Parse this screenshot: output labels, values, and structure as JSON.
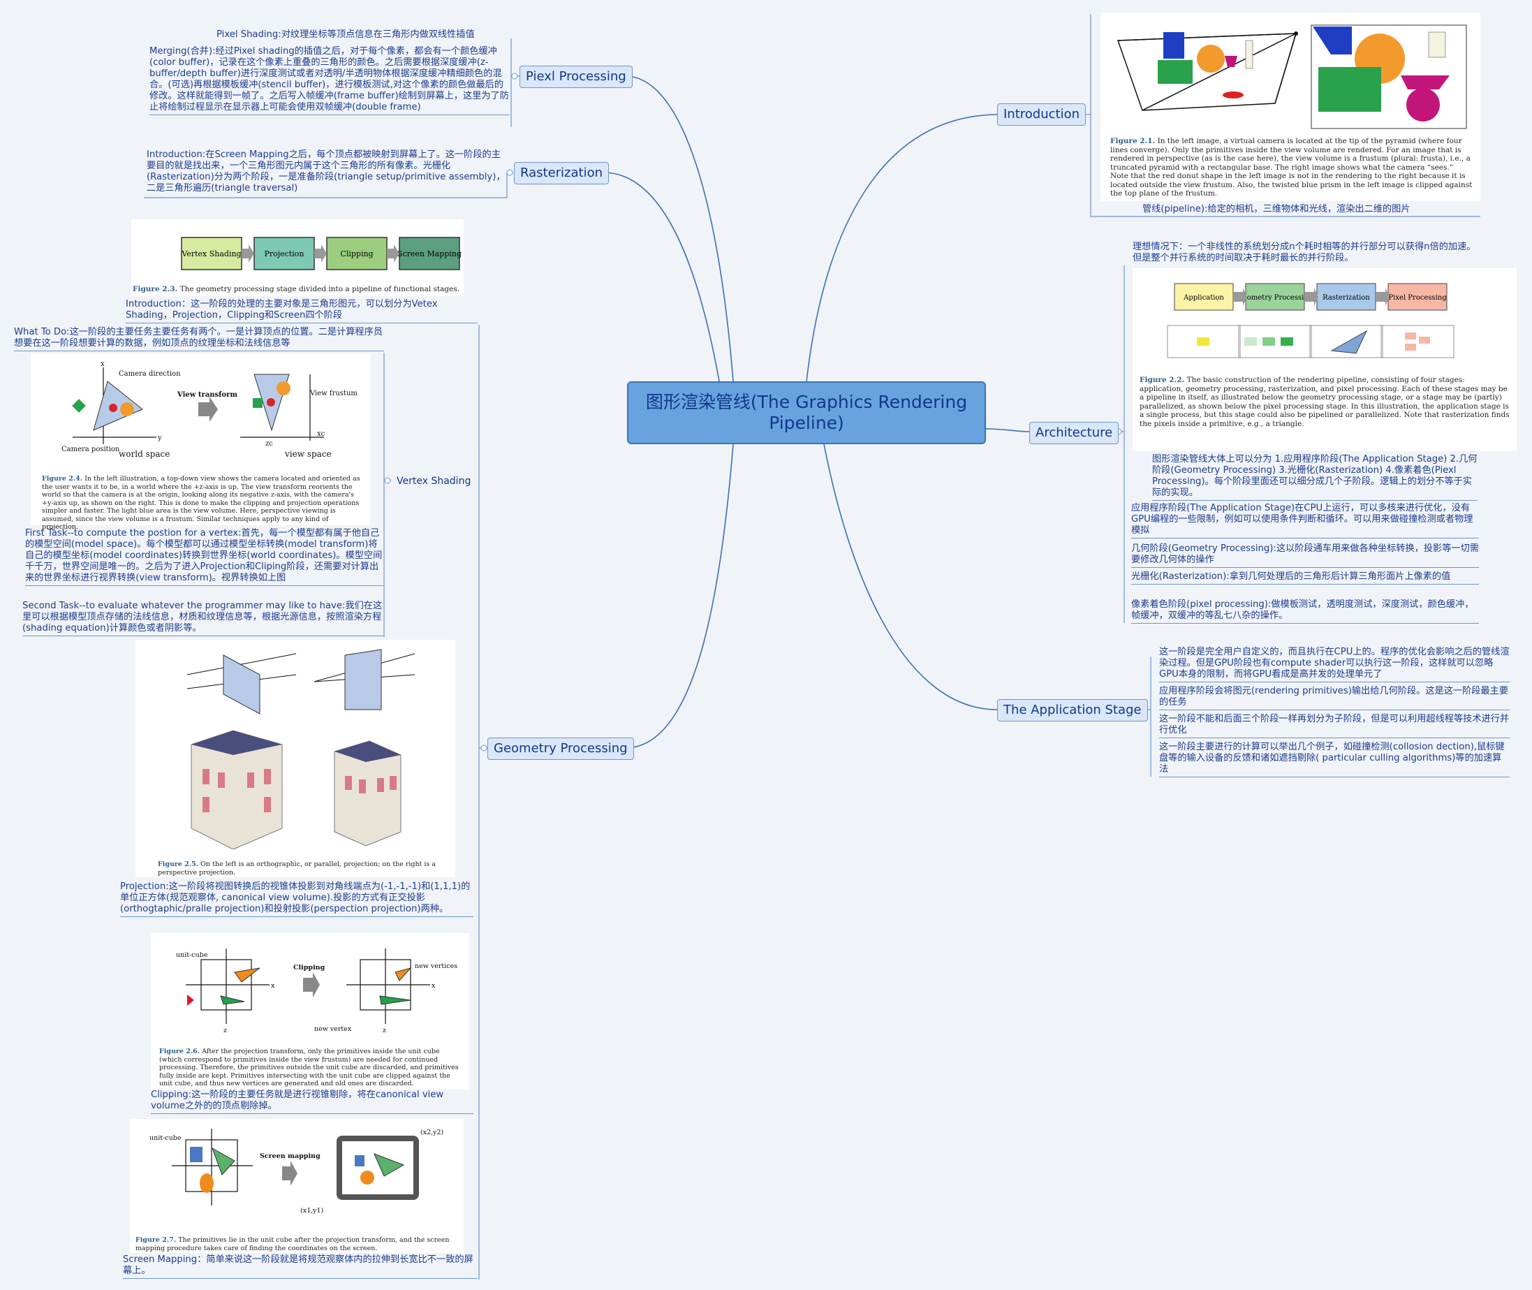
{
  "root": {
    "title": "图形渲染管线(The Graphics Rendering Pipeline)"
  },
  "colors": {
    "root_fill": "#69a3df",
    "topic_fill": "#d9e7f9",
    "line": "#3f6fb3",
    "text": "#13378a"
  },
  "topics": {
    "introduction": "Introduction",
    "architecture": "Architecture",
    "application_stage": "The Application Stage",
    "pixel_processing": "Piexl Processing",
    "rasterization": "Rasterization",
    "geometry_processing": "Geometry Processing",
    "vertex_shading": "Vertex Shading"
  },
  "introduction": {
    "figure_caption_label": "Figure 2.1.",
    "figure_caption": "In the left image, a virtual camera is located at the tip of the pyramid (where four lines converge). Only the primitives inside the view volume are rendered. For an image that is rendered in perspective (as is the case here), the view volume is a frustum (plural: frusta), i.e., a truncated pyramid with a rectangular base. The right image shows what the camera “sees.” Note that the red donut shape in the left image is not in the rendering to the right because it is located outside the view frustum. Also, the twisted blue prism in the left image is clipped against the top plane of the frustum.",
    "note": "管线(pipeline):给定的相机，三维物体和光线，渲染出二维的图片"
  },
  "architecture": {
    "note_ideal": "理想情况下：一个非线性的系统划分成n个耗时相等的并行部分可以获得n倍的加速。但是整个并行系统的时间取决于耗时最长的并行阶段。",
    "stages": [
      "Application",
      "Geometry Processing",
      "Rasterization",
      "Pixel Processing"
    ],
    "figure_caption_label": "Figure 2.2.",
    "figure_caption": "The basic construction of the rendering pipeline, consisting of four stages: application, geometry processing, rasterization, and pixel processing. Each of these stages may be a pipeline in itself, as illustrated below the geometry processing stage, or a stage may be (partly) parallelized, as shown below the pixel processing stage. In this illustration, the application stage is a single process, but this stage could also be pipelined or parallelized. Note that rasterization finds the pixels inside a primitive, e.g., a triangle.",
    "note_division": "图形渲染管线大体上可以分为 1.应用程序阶段(The Application Stage) 2.几何阶段(Geometry Processing) 3.光栅化(Rasterization) 4.像素着色(Piexl Processing)。每个阶段里面还可以细分成几个子阶段。逻辑上的划分不等于实际的实现。",
    "note_app": "应用程序阶段(The Application Stage)在CPU上运行，可以多核来进行优化，没有GPU编程的一些限制，例如可以使用条件判断和循环。可以用来做碰撞检测或者物理模拟",
    "note_geo": "几何阶段(Geometry Processing):这以阶段通车用来做各种坐标转换，投影等一切需要修改几何体的操作",
    "note_raster": "光栅化(Rasterization):拿到几何处理后的三角形后计算三角形面片上像素的值",
    "note_pixel": "像素着色阶段(pixel processing):做模板测试，透明度测试，深度测试，颜色缓冲，帧缓冲，双缓冲的等乱七八杂的操作。"
  },
  "application_stage": {
    "note1": "这一阶段是完全用户自定义的，而且执行在CPU上的。程序的优化会影响之后的管线渲染过程。但是GPU阶段也有compute shader可以执行这一阶段，这样就可以忽略GPU本身的限制，而将GPU看成是高并发的处理单元了",
    "note2": "应用程序阶段会将图元(rendering primitives)输出给几何阶段。这是这一阶段最主要的任务",
    "note3": "这一阶段不能和后面三个阶段一样再划分为子阶段，但是可以利用超线程等技术进行并行优化",
    "note4": "这一阶段主要进行的计算可以举出几个例子，如碰撞检测(collosion dection),鼠标键盘等的输入设备的反馈和诸如遮挡剔除( particular culling algorithms)等的加速算法"
  },
  "pixel_processing": {
    "note_shading": "Pixel Shading:对纹理坐标等顶点信息在三角形内做双线性插值",
    "note_merging": "Merging(合并):经过Pixel shading的插值之后，对于每个像素，都会有一个颜色缓冲(color buffer)，记录在这个像素上重叠的三角形的颜色。之后需要根据深度缓冲(z-buffer/depth buffer)进行深度测试或者对透明/半透明物体根据深度缓冲精细颜色的混合。(可选)再根据模板缓冲(stencil buffer)，进行模板测试,对这个像素的颜色做最后的修改。这样就能得到一帧了。之后写入帧缓冲(frame buffer)绘制到屏幕上，这里为了防止将绘制过程显示在显示器上可能会使用双帧缓冲(double frame)"
  },
  "rasterization": {
    "note": "Introduction:在Screen Mapping之后，每个顶点都被映射到屏幕上了。这一阶段的主要目的就是找出来，一个三角形图元内属于这个三角形的所有像素。光栅化(Rasterization)分为两个阶段，一是准备阶段(triangle setup/primitive assembly)，二是三角形遍历(triangle traversal)"
  },
  "geometry_processing": {
    "fig23_boxes": [
      "Vertex Shading",
      "Projection",
      "Clipping",
      "Screen Mapping"
    ],
    "fig23_label": "Figure 2.3.",
    "fig23_caption": "The geometry processing stage divided into a pipeline of functional stages.",
    "intro": "Introduction：这一阶段的处理的主要对象是三角形图元，可以划分为Vetex Shading，Projection，Clipping和Screen四个阶段",
    "what_to_do": "What To Do:这一阶段的主要任务主要任务有两个。一是计算顶点的位置。二是计算程序员想要在这一阶段想要计算的数据，例如顶点的纹理坐标和法线信息等",
    "fig24_texts": {
      "camera_direction": "Camera direction",
      "view_transform": "View transform",
      "view_frustum": "View frustum",
      "camera_position": "Camera position",
      "world_space": "world space",
      "view_space": "view space",
      "x": "x",
      "y": "y",
      "xc": "xc",
      "zc": "zc"
    },
    "fig24_label": "Figure 2.4.",
    "fig24_caption": "In the left illustration, a top-down view shows the camera located and oriented as the user wants it to be, in a world where the +z-axis is up. The view transform reorients the world so that the camera is at the origin, looking along its negative z-axis, with the camera's +y-axis up, as shown on the right. This is done to make the clipping and projection operations simpler and faster. The light blue area is the view volume. Here, perspective viewing is assumed, since the view volume is a frustum. Similar techniques apply to any kind of projection.",
    "first_task": "First Task--to compute the postion for a vertex:首先，每一个模型都有属于他自己的模型空间(model space)。每个模型都可以通过模型坐标转换(model transform)将自己的模型坐标(model coordinates)转换到世界坐标(world coordinates)。模型空间千千万，世界空间是唯一的。之后为了进入Projection和Cliping阶段，还需要对计算出来的世界坐标进行视界转换(view transform)。视界转换如上图",
    "second_task": "Second Task--to evaluate whatever the programmer may like to have:我们在这里可以根据模型顶点存储的法线信息，材质和纹理信息等，根据光源信息，按照渲染方程(shading equation)计算颜色或者阴影等。",
    "fig25_label": "Figure 2.5.",
    "fig25_caption": "On the left is an orthographic, or parallel, projection; on the right is a perspective projection.",
    "projection": "Projection:这一阶段将视图转换后的视锥体投影到对角线端点为(-1,-1,-1)和(1,1,1)的单位正方体(规范观察体, canonical view volume).投影的方式有正交投影(orthogtaphic/pralle projection)和投射投影(perspection projection)两种。",
    "fig26_texts": {
      "unit_cube": "unit-cube",
      "clipping": "Clipping",
      "new_vertices": "new vertices",
      "new_vertex": "new vertex",
      "x": "x",
      "z": "z"
    },
    "fig26_label": "Figure 2.6.",
    "fig26_caption": "After the projection transform, only the primitives inside the unit cube (which correspond to primitives inside the view frustum) are needed for continued processing. Therefore, the primitives outside the unit cube are discarded, and primitives fully inside are kept. Primitives intersecting with the unit cube are clipped against the unit cube, and thus new vertices are generated and old ones are discarded.",
    "clipping": "Clipping:这一阶段的主要任务就是进行视锥剔除，将在canonical view volume之外的的顶点剔除掉。",
    "fig27_texts": {
      "unit_cube": "unit-cube",
      "screen_mapping": "Screen mapping",
      "x2y2": "(x2,y2)",
      "x1y1": "(x1,y1)"
    },
    "fig27_label": "Figure 2.7.",
    "fig27_caption": "The primitives lie in the unit cube after the projection transform, and the screen mapping procedure takes care of finding the coordinates on the screen.",
    "screen_mapping": "Screen Mapping：简单来说这一阶段就是将规范观察体内的拉伸到长宽比不一致的屏幕上。"
  }
}
